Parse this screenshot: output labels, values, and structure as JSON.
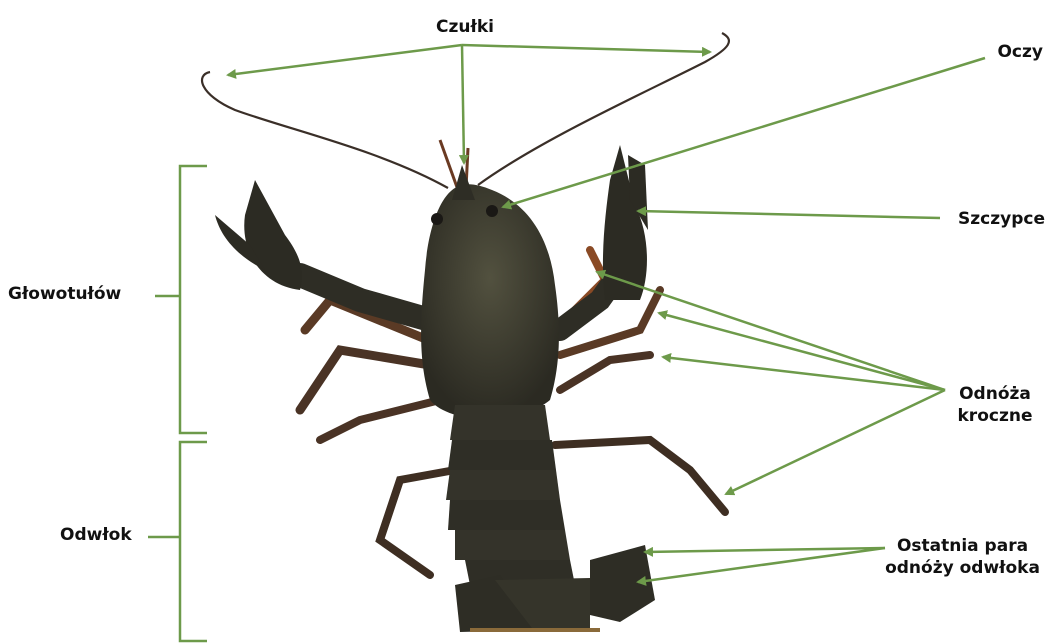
{
  "labels": {
    "antennae": "Czułki",
    "eyes": "Oczy",
    "pincers": "Szczypce",
    "cephalothorax": "Głowotułów",
    "walking_legs_line1": "Odnóża",
    "walking_legs_line2": "kroczne",
    "abdomen": "Odwłok",
    "last_pair_line1": "Ostatnia para",
    "last_pair_line2": "odnóży odwłoka"
  },
  "colors": {
    "pointer": "#6d9a4a",
    "shell": "#3b3a30",
    "shell_dark": "#26251f",
    "leg_orange": "#8a4a25",
    "background": "#ffffff"
  }
}
